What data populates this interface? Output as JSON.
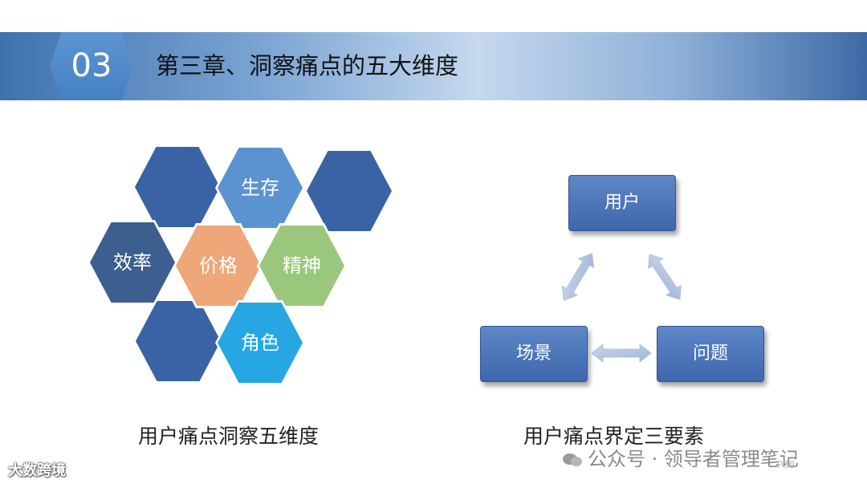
{
  "header": {
    "chapter_number": "03",
    "title": "第三章、洞察痛点的五大维度"
  },
  "hex_diagram": {
    "caption": "用户痛点洞察五维度",
    "labeled_hexes": [
      {
        "label": "生存",
        "color": "#5b93d1"
      },
      {
        "label": "效率",
        "color": "#3c5f8f"
      },
      {
        "label": "价格",
        "color": "#efa679"
      },
      {
        "label": "精神",
        "color": "#9bc77c"
      },
      {
        "label": "角色",
        "color": "#26a7e3"
      }
    ],
    "blank_hex_color": "#3a63a6"
  },
  "triangle_diagram": {
    "caption": "用户痛点界定三要素",
    "nodes": [
      "用户",
      "场景",
      "问题"
    ]
  },
  "watermark": {
    "left_text": "大数跨境",
    "right_text": "公众号 · 领导者管理笔记",
    "page": "P38"
  }
}
